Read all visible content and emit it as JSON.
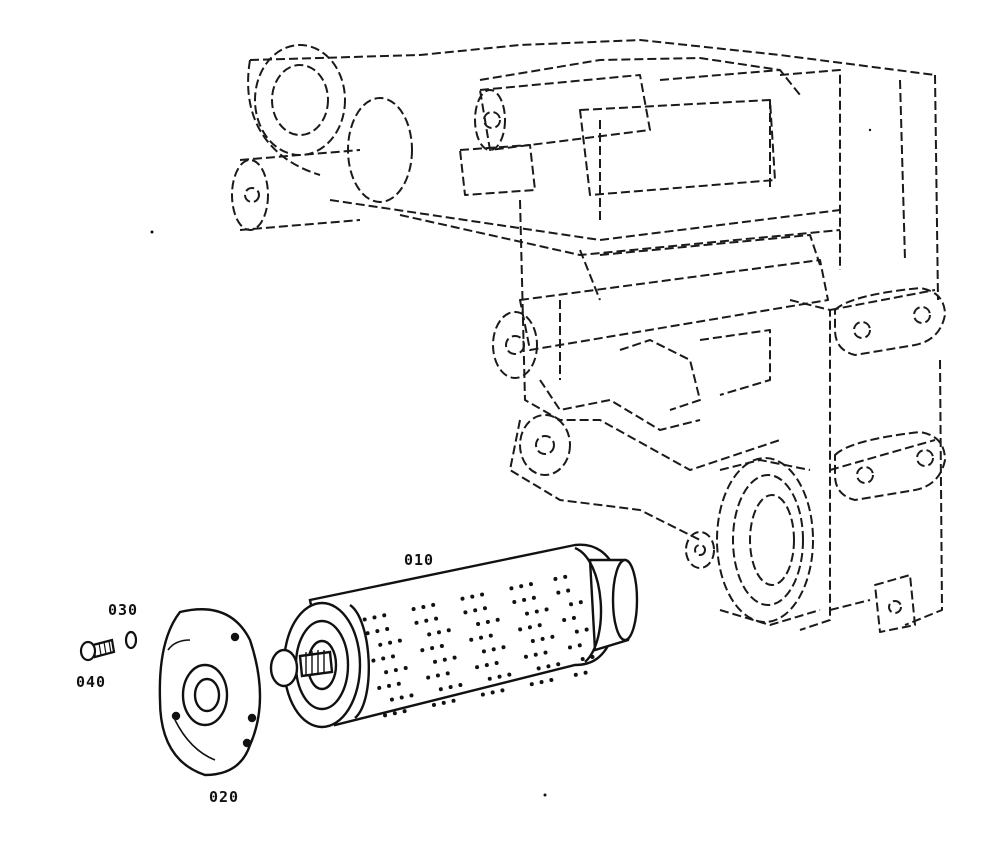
{
  "diagram": {
    "callouts": {
      "p010": "010",
      "p020": "020",
      "p030": "030",
      "p040": "040"
    },
    "colors": {
      "line": "#1a1a1a",
      "paper": "#ffffff"
    }
  }
}
